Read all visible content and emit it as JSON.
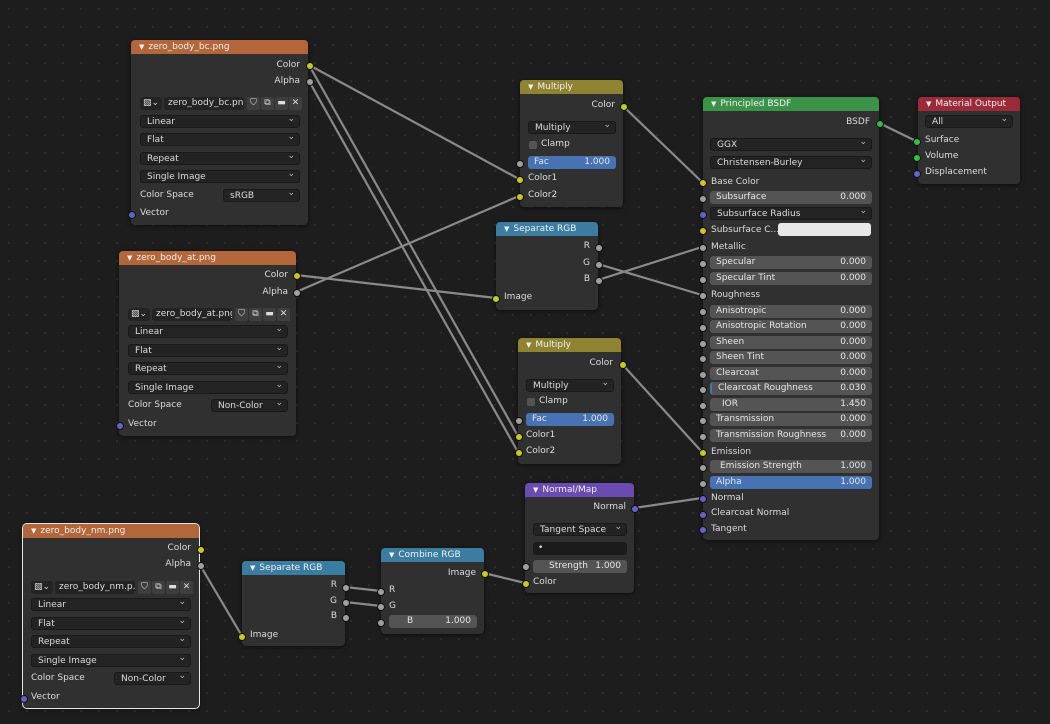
{
  "colors": {
    "texture_header": "#b2663a",
    "math_header": "#8e8330",
    "converter_header": "#3b7ca1",
    "vector_header": "#6a4cb0",
    "shader_header": "#3b9349",
    "output_header": "#9c2b3a",
    "selected_field": "#4772b3"
  },
  "icons": {
    "image": "image-icon",
    "shield": "fake-user-shield-icon",
    "copy": "duplicate-icon",
    "folder": "folder-icon",
    "close": "unlink-close-icon",
    "collapse": "collapse-triangle-icon",
    "dropdown": "chevron-down-icon"
  },
  "tex_bc": {
    "title": "zero_body_bc.png",
    "out_color": "Color",
    "out_alpha": "Alpha",
    "image_name": "zero_body_bc.png",
    "interpolation": "Linear",
    "projection": "Flat",
    "extension": "Repeat",
    "source": "Single Image",
    "colorspace_label": "Color Space",
    "colorspace": "sRGB",
    "in_vector": "Vector"
  },
  "tex_at": {
    "title": "zero_body_at.png",
    "out_color": "Color",
    "out_alpha": "Alpha",
    "image_name": "zero_body_at.png",
    "interpolation": "Linear",
    "projection": "Flat",
    "extension": "Repeat",
    "source": "Single Image",
    "colorspace_label": "Color Space",
    "colorspace": "Non-Color",
    "in_vector": "Vector"
  },
  "tex_nm": {
    "title": "zero_body_nm.png",
    "out_color": "Color",
    "out_alpha": "Alpha",
    "image_name": "zero_body_nm.p...",
    "interpolation": "Linear",
    "projection": "Flat",
    "extension": "Repeat",
    "source": "Single Image",
    "colorspace_label": "Color Space",
    "colorspace": "Non-Color",
    "in_vector": "Vector"
  },
  "mul1": {
    "title": "Multiply",
    "out_color": "Color",
    "mode": "Multiply",
    "clamp": "Clamp",
    "fac_label": "Fac",
    "fac_value": "1.000",
    "in_color1": "Color1",
    "in_color2": "Color2"
  },
  "mul2": {
    "title": "Multiply",
    "out_color": "Color",
    "mode": "Multiply",
    "clamp": "Clamp",
    "fac_label": "Fac",
    "fac_value": "1.000",
    "in_color1": "Color1",
    "in_color2": "Color2"
  },
  "sep1": {
    "title": "Separate RGB",
    "out_r": "R",
    "out_g": "G",
    "out_b": "B",
    "in_image": "Image"
  },
  "sep2": {
    "title": "Separate RGB",
    "out_r": "R",
    "out_g": "G",
    "out_b": "B",
    "in_image": "Image"
  },
  "comb": {
    "title": "Combine RGB",
    "out_image": "Image",
    "in_r": "R",
    "in_g": "G",
    "b_label": "B",
    "b_value": "1.000"
  },
  "nmap": {
    "title": "Normal/Map",
    "out_normal": "Normal",
    "space": "Tangent Space",
    "uvmap": "•",
    "strength_label": "Strength",
    "strength_value": "1.000",
    "in_color": "Color"
  },
  "bsdf": {
    "title": "Principled BSDF",
    "out_bsdf": "BSDF",
    "distribution": "GGX",
    "subsurface_method": "Christensen-Burley",
    "rows": [
      {
        "label": "Base Color"
      },
      {
        "label": "Subsurface",
        "value": "0.000"
      },
      {
        "label": "Subsurface Radius"
      },
      {
        "label": "Subsurface C..."
      },
      {
        "label": "Metallic"
      },
      {
        "label": "Specular",
        "value": "0.000"
      },
      {
        "label": "Specular Tint",
        "value": "0.000"
      },
      {
        "label": "Roughness"
      },
      {
        "label": "Anisotropic",
        "value": "0.000"
      },
      {
        "label": "Anisotropic Rotation",
        "value": "0.000"
      },
      {
        "label": "Sheen",
        "value": "0.000"
      },
      {
        "label": "Sheen Tint",
        "value": "0.000"
      },
      {
        "label": "Clearcoat",
        "value": "0.000"
      },
      {
        "label": "Clearcoat Roughness",
        "value": "0.030"
      },
      {
        "label": "IOR",
        "value": "1.450"
      },
      {
        "label": "Transmission",
        "value": "0.000"
      },
      {
        "label": "Transmission Roughness",
        "value": "0.000"
      },
      {
        "label": "Emission"
      },
      {
        "label": "Emission Strength",
        "value": "1.000"
      },
      {
        "label": "Alpha",
        "value": "1.000"
      },
      {
        "label": "Normal"
      },
      {
        "label": "Clearcoat Normal"
      },
      {
        "label": "Tangent"
      }
    ]
  },
  "out": {
    "title": "Material Output",
    "target": "All",
    "in_surface": "Surface",
    "in_volume": "Volume",
    "in_displacement": "Displacement"
  }
}
